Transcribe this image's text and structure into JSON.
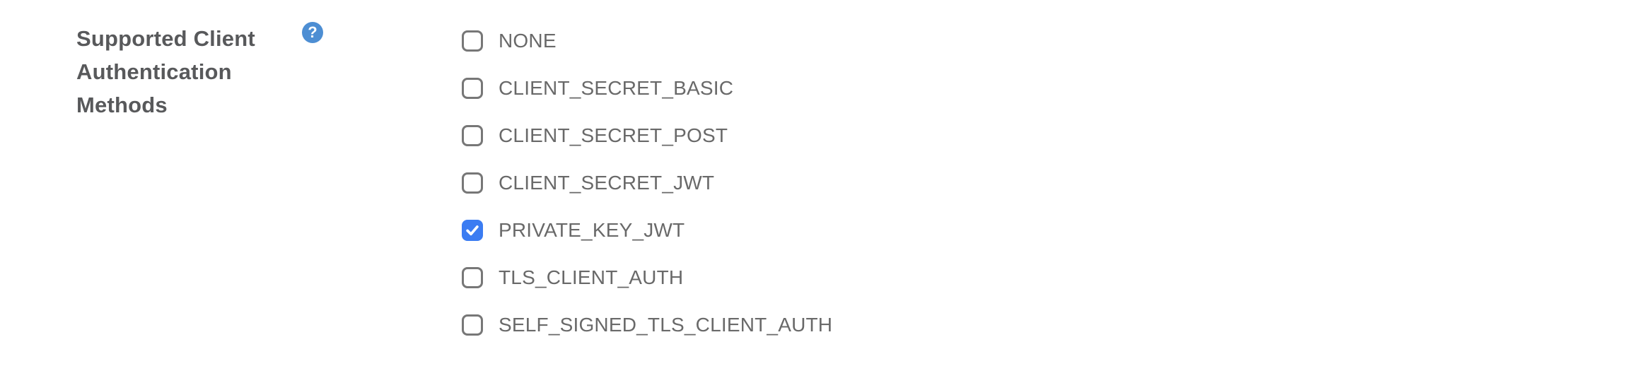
{
  "field": {
    "label": "Supported Client Authentication Methods",
    "help_glyph": "?",
    "help_icon": "question-circle-icon"
  },
  "checkbox_group": {
    "options": [
      {
        "label": "NONE",
        "checked": false
      },
      {
        "label": "CLIENT_SECRET_BASIC",
        "checked": false
      },
      {
        "label": "CLIENT_SECRET_POST",
        "checked": false
      },
      {
        "label": "CLIENT_SECRET_JWT",
        "checked": false
      },
      {
        "label": "PRIVATE_KEY_JWT",
        "checked": true
      },
      {
        "label": "TLS_CLIENT_AUTH",
        "checked": false
      },
      {
        "label": "SELF_SIGNED_TLS_CLIENT_AUTH",
        "checked": false
      }
    ]
  },
  "theme": {
    "background": "#ffffff",
    "label_color": "#58595b",
    "option_label_color": "#696969",
    "checkbox_border_color": "#777777",
    "checkbox_checked_color": "#3b7cf2",
    "help_icon_color": "#4d8ed3",
    "check_mark_color": "#ffffff"
  }
}
